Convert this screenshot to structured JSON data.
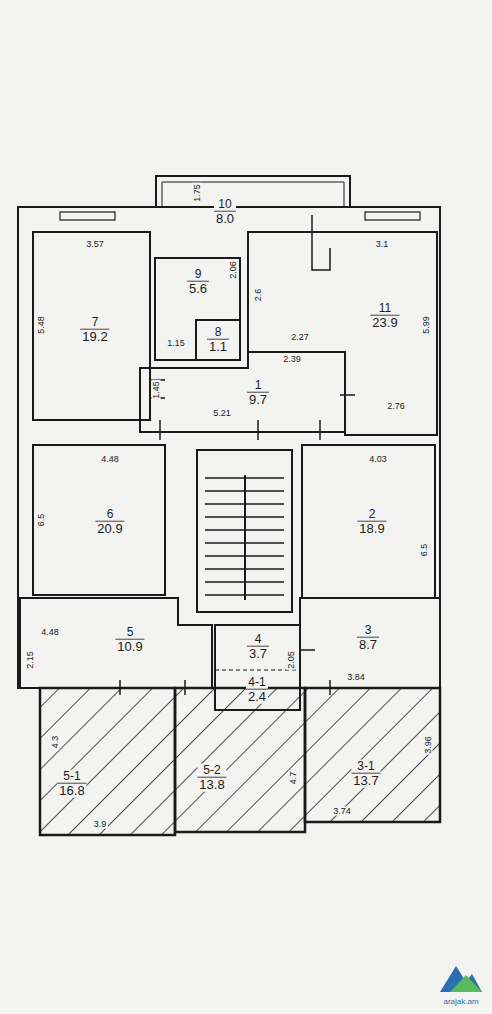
{
  "diagram": {
    "nodes": [
      {
        "text": [
          "10",
          "8.0"
        ]
      },
      {
        "text": [
          "7",
          "19.2"
        ]
      },
      {
        "text": [
          "9",
          "5.6"
        ]
      },
      {
        "text": [
          "8",
          "1.1"
        ]
      },
      {
        "text": [
          "11",
          "23.9"
        ]
      },
      {
        "text": [
          "1",
          "9.7"
        ]
      },
      {
        "text": [
          "6",
          "20.9"
        ]
      },
      {
        "text": [
          "2",
          "18.9"
        ]
      },
      {
        "text": [
          "5",
          "10.9"
        ]
      },
      {
        "text": [
          "4",
          "3.7"
        ]
      },
      {
        "text": [
          "4-1",
          "2.4"
        ]
      },
      {
        "text": [
          "3",
          "8.7"
        ]
      },
      {
        "text": [
          "5-1",
          "16.8"
        ]
      },
      {
        "text": [
          "5-2",
          "13.8"
        ]
      },
      {
        "text": [
          "3-1",
          "13.7"
        ]
      }
    ],
    "labels": [
      "3.57",
      "5.48",
      "1.75",
      "2.06",
      "1.15",
      "2.6",
      "3.1",
      "2.27",
      "5.99",
      "2.39",
      "1.45",
      "5.21",
      "2.76",
      "4.48",
      "6.5",
      "4.03",
      "6.5",
      "4.48",
      "2.15",
      "2.05",
      "3.84",
      "4.3",
      "3.9",
      "4.7",
      "3.96",
      "3.74",
      "arajak.am"
    ]
  }
}
